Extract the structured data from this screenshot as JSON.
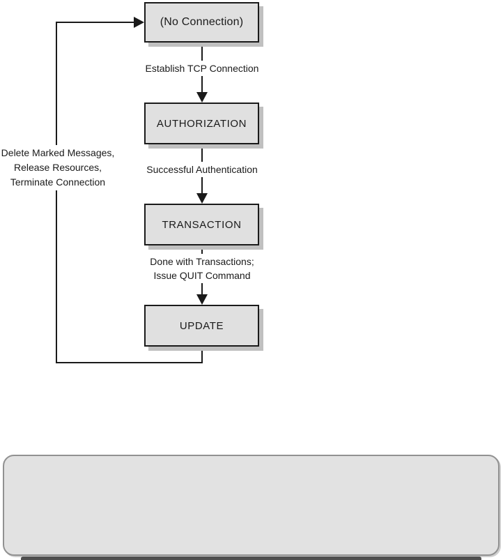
{
  "figure": {
    "states": [
      {
        "label": "(No Connection)"
      },
      {
        "label": "AUTHORIZATION"
      },
      {
        "label": "TRANSACTION"
      },
      {
        "label": "UPDATE"
      }
    ],
    "transitions": {
      "establish_tcp": "Establish TCP Connection",
      "successful_auth": "Successful Authentication",
      "done_quit_line1": "Done with Transactions;",
      "done_quit_line2": "Issue QUIT Command",
      "update_loop_line1": "Delete Marked Messages,",
      "update_loop_line2": "Release Resources,",
      "update_loop_line3": "Terminate Connection"
    },
    "colors": {
      "state_box_fill": "#e0e0e0",
      "state_box_border": "#1a1a1a",
      "state_box_shadow": "#c0c0c0",
      "connector": "#1a1a1a",
      "panel_fill": "#e2e2e2",
      "panel_border": "#919191",
      "bottom_bar": "#4f4f4f",
      "background": "#ffffff"
    }
  }
}
